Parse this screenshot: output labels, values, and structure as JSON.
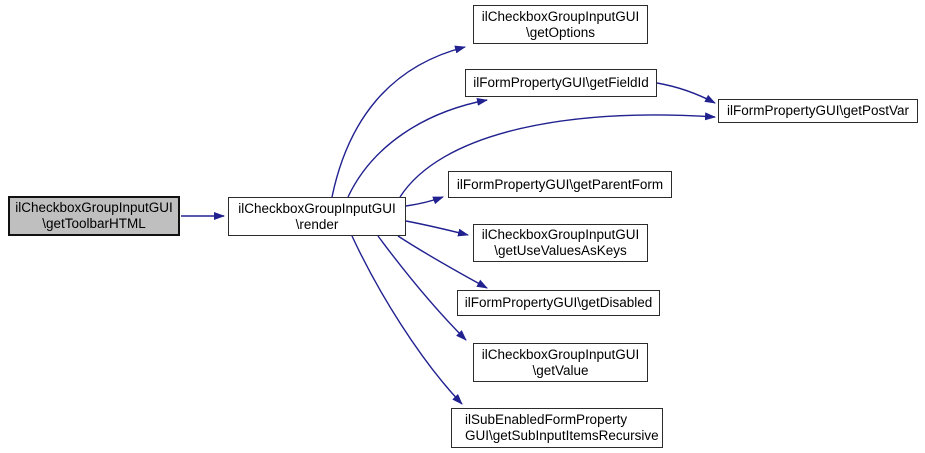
{
  "diagram": {
    "kind": "doxygen-call-graph",
    "colors": {
      "edge": "#212190",
      "node_border": "#2b2b2b",
      "node_fill": "#ffffff",
      "root_fill": "#bfbfbf",
      "background": "#ffffff",
      "text": "#000000"
    },
    "nodes": {
      "getToolbarHTML": {
        "line1": "ilCheckboxGroupInputGUI",
        "line2": "\\getToolbarHTML"
      },
      "render": {
        "line1": "ilCheckboxGroupInputGUI",
        "line2": "\\render"
      },
      "getOptions": {
        "line1": "ilCheckboxGroupInputGUI",
        "line2": "\\getOptions"
      },
      "getFieldId": {
        "line1": "ilFormPropertyGUI\\getFieldId"
      },
      "getPostVar": {
        "line1": "ilFormPropertyGUI\\getPostVar"
      },
      "getParentForm": {
        "line1": "ilFormPropertyGUI\\getParentForm"
      },
      "getUseValuesAsKeys": {
        "line1": "ilCheckboxGroupInputGUI",
        "line2": "\\getUseValuesAsKeys"
      },
      "getDisabled": {
        "line1": "ilFormPropertyGUI\\getDisabled"
      },
      "getValue": {
        "line1": "ilCheckboxGroupInputGUI",
        "line2": "\\getValue"
      },
      "getSubInputItemsRecursive": {
        "line1": "ilSubEnabledFormProperty",
        "line2": "GUI\\getSubInputItemsRecursive"
      }
    },
    "edges": [
      {
        "from": "ilCheckboxGroupInputGUI\\getToolbarHTML",
        "to": "ilCheckboxGroupInputGUI\\render"
      },
      {
        "from": "ilCheckboxGroupInputGUI\\render",
        "to": "ilCheckboxGroupInputGUI\\getOptions"
      },
      {
        "from": "ilCheckboxGroupInputGUI\\render",
        "to": "ilFormPropertyGUI\\getFieldId"
      },
      {
        "from": "ilCheckboxGroupInputGUI\\render",
        "to": "ilFormPropertyGUI\\getPostVar"
      },
      {
        "from": "ilFormPropertyGUI\\getFieldId",
        "to": "ilFormPropertyGUI\\getPostVar"
      },
      {
        "from": "ilCheckboxGroupInputGUI\\render",
        "to": "ilFormPropertyGUI\\getParentForm"
      },
      {
        "from": "ilCheckboxGroupInputGUI\\render",
        "to": "ilCheckboxGroupInputGUI\\getUseValuesAsKeys"
      },
      {
        "from": "ilCheckboxGroupInputGUI\\render",
        "to": "ilFormPropertyGUI\\getDisabled"
      },
      {
        "from": "ilCheckboxGroupInputGUI\\render",
        "to": "ilCheckboxGroupInputGUI\\getValue"
      },
      {
        "from": "ilCheckboxGroupInputGUI\\render",
        "to": "ilSubEnabledFormPropertyGUI\\getSubInputItemsRecursive"
      }
    ]
  }
}
